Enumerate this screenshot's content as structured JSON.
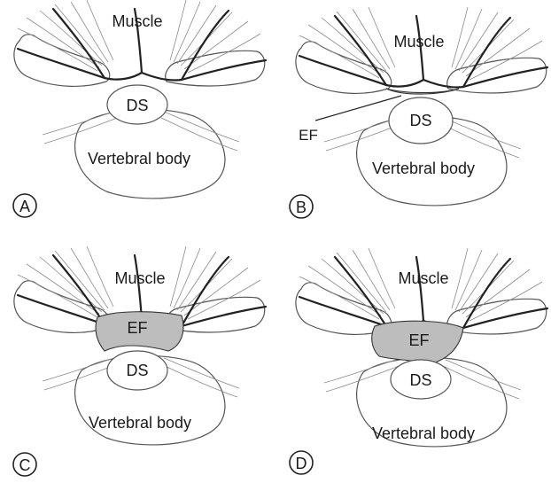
{
  "panels": [
    {
      "id": "A",
      "letter": "A",
      "muscle": "Muscle",
      "ds": "DS",
      "body": "Vertebral body",
      "ef": "",
      "ef_leader": ""
    },
    {
      "id": "B",
      "letter": "B",
      "muscle": "Muscle",
      "ds": "DS",
      "body": "Vertebral body",
      "ef": "",
      "ef_leader": "EF"
    },
    {
      "id": "C",
      "letter": "C",
      "muscle": "Muscle",
      "ds": "DS",
      "body": "Vertebral body",
      "ef": "EF",
      "ef_leader": ""
    },
    {
      "id": "D",
      "letter": "D",
      "muscle": "Muscle",
      "ds": "DS",
      "body": "Vertebral body",
      "ef": "EF",
      "ef_leader": ""
    }
  ]
}
